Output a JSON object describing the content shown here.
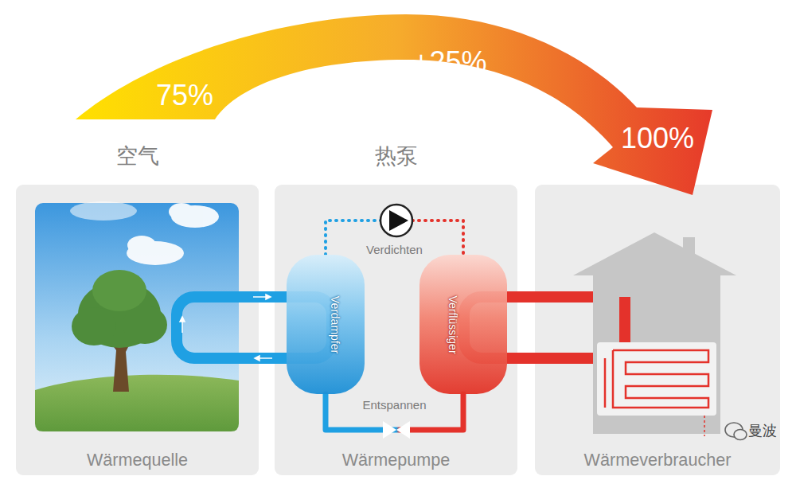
{
  "diagram": {
    "nodes": [
      {
        "text": [
          "空气",
          "Wärmequelle"
        ]
      },
      {
        "text": [
          "热泵",
          "Wärmepumpe"
        ]
      },
      {
        "text": [
          "Wärmeverbraucher"
        ]
      },
      {
        "text": [
          "Verdampfer"
        ],
        "in": 1
      },
      {
        "text": [
          "Verflüssiger"
        ],
        "in": 1
      }
    ],
    "edges": [
      {
        "from": 3,
        "to": 4,
        "label": "Verdichten",
        "arrow": "none"
      },
      {
        "from": 4,
        "to": 3,
        "label": "Entspannen",
        "arrow": "none"
      }
    ],
    "labels": [
      "75%",
      "+25%",
      "100%",
      "曼波"
    ]
  }
}
